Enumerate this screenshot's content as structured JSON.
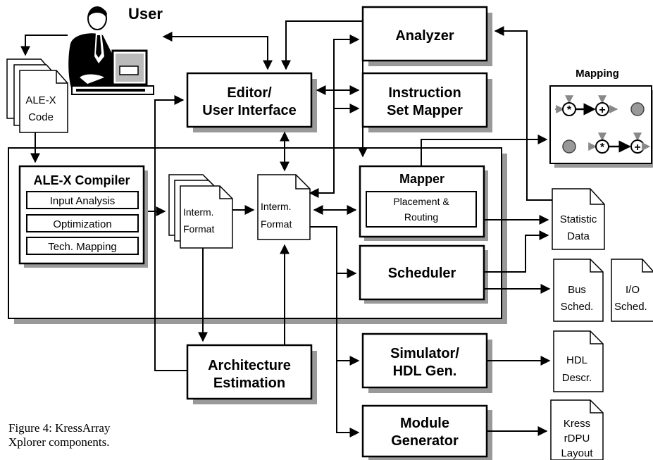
{
  "user": {
    "label": "User"
  },
  "code_doc": {
    "lines": [
      "ALE-X",
      "Code"
    ]
  },
  "analyzer": {
    "label": "Analyzer"
  },
  "editor": {
    "lines": [
      "Editor/",
      "User Interface"
    ]
  },
  "instruction_mapper": {
    "lines": [
      "Instruction",
      "Set Mapper"
    ]
  },
  "mapping_panel": {
    "title": "Mapping"
  },
  "compiler": {
    "title": "ALE-X Compiler",
    "stages": [
      "Input Analysis",
      "Optimization",
      "Tech. Mapping"
    ]
  },
  "interm_format_1": {
    "lines": [
      "Interm.",
      "Format"
    ]
  },
  "interm_format_2": {
    "lines": [
      "Interm.",
      "Format"
    ]
  },
  "mapper": {
    "title": "Mapper",
    "sub_lines": [
      "Placement &",
      "Routing"
    ]
  },
  "scheduler": {
    "label": "Scheduler"
  },
  "statistic_doc": {
    "lines": [
      "Statistic",
      "Data"
    ]
  },
  "bus_sched_doc": {
    "lines": [
      "Bus",
      "Sched."
    ]
  },
  "io_sched_doc": {
    "lines": [
      "I/O",
      "Sched."
    ]
  },
  "arch_estimation": {
    "lines": [
      "Architecture",
      "Estimation"
    ]
  },
  "simulator": {
    "lines": [
      "Simulator/",
      "HDL Gen."
    ]
  },
  "hdl_doc": {
    "lines": [
      "HDL",
      "Descr."
    ]
  },
  "module_generator": {
    "lines": [
      "Module",
      "Generator"
    ]
  },
  "layout_doc": {
    "lines": [
      "Kress",
      "rDPU",
      "Layout"
    ]
  },
  "caption": {
    "lines": [
      "Figure 4: KressArray",
      "Xplorer components."
    ]
  }
}
